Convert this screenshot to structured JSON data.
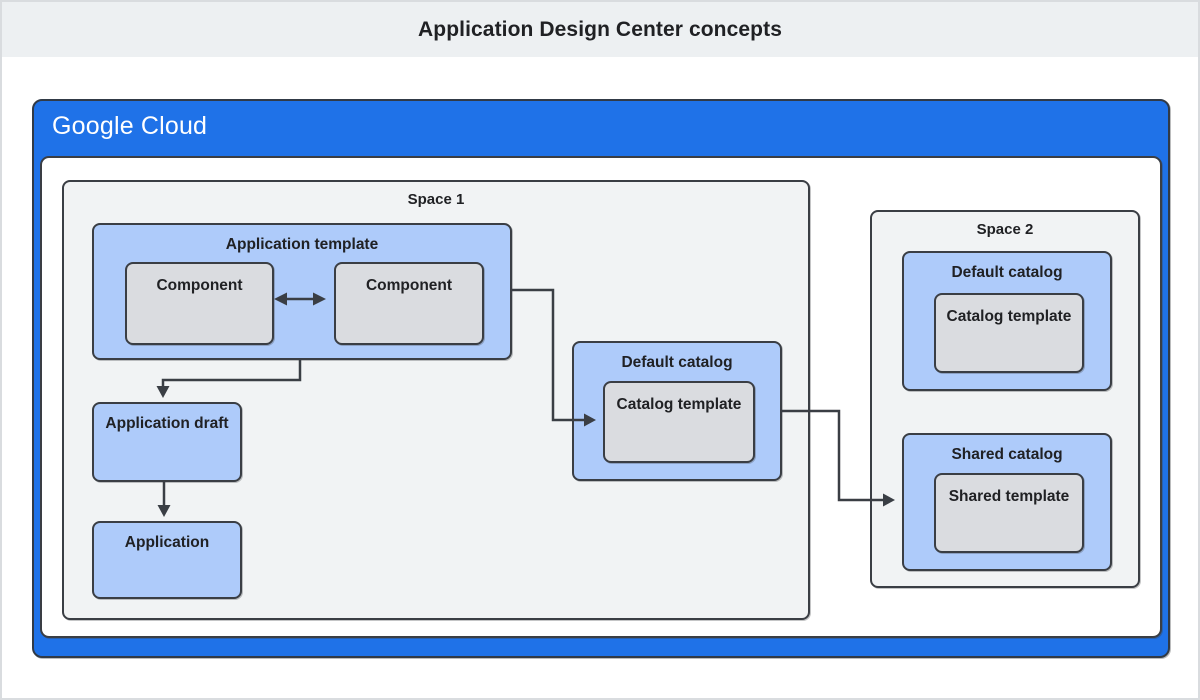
{
  "header": {
    "title": "Application Design Center concepts"
  },
  "brand": {
    "google": "Google",
    "cloud": "Cloud"
  },
  "space1": {
    "label": "Space 1",
    "application_template": {
      "label": "Application template",
      "components": [
        {
          "label": "Component"
        },
        {
          "label": "Component"
        }
      ]
    },
    "application_draft": {
      "label": "Application draft"
    },
    "application": {
      "label": "Application"
    },
    "default_catalog": {
      "label": "Default catalog",
      "catalog_template": {
        "label": "Catalog template"
      }
    }
  },
  "space2": {
    "label": "Space 2",
    "default_catalog": {
      "label": "Default catalog",
      "catalog_template": {
        "label": "Catalog template"
      }
    },
    "shared_catalog": {
      "label": "Shared catalog",
      "shared_template": {
        "label": "Shared template"
      }
    }
  },
  "connectors": [
    {
      "from": "component-1",
      "to": "component-2",
      "type": "bidirectional"
    },
    {
      "from": "application-template",
      "to": "application-draft",
      "type": "directed"
    },
    {
      "from": "application-draft",
      "to": "application",
      "type": "directed"
    },
    {
      "from": "application-template",
      "to": "space1-catalog-template",
      "type": "directed"
    },
    {
      "from": "space1-default-catalog",
      "to": "space2-shared-catalog",
      "type": "directed"
    }
  ],
  "colors": {
    "frame_blue": "#1f72e8",
    "box_blue": "#aecbfa",
    "box_gray": "#dadce0",
    "space_bg": "#f1f3f4",
    "header_bg": "#edf0f2",
    "border_dark": "#3a3e44",
    "arrow": "#3a3e44",
    "text": "#202124"
  }
}
